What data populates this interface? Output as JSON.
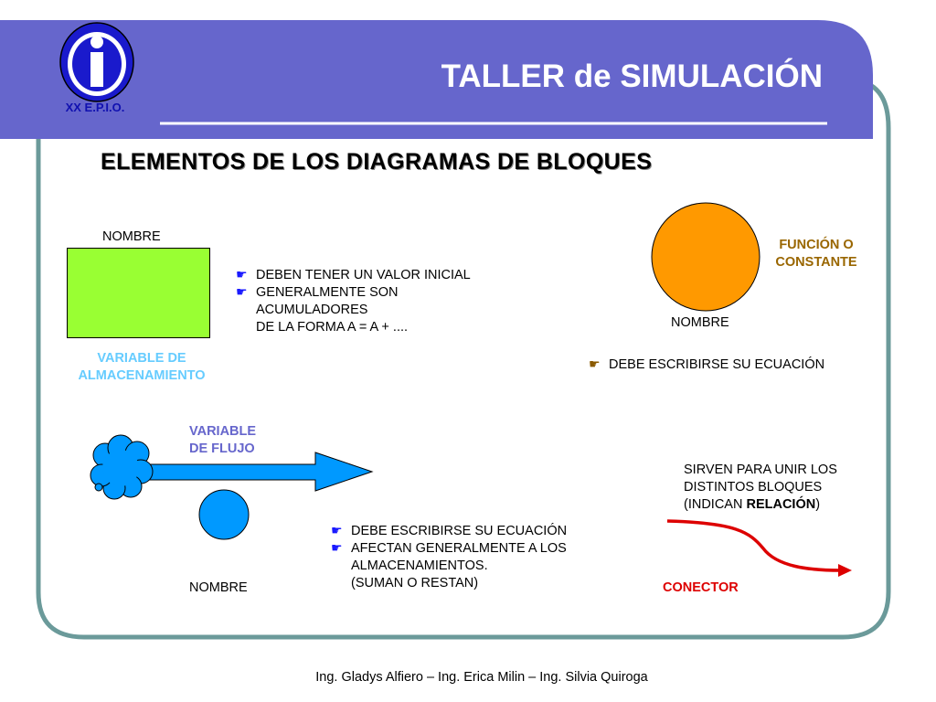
{
  "header": {
    "title": "TALLER de SIMULACIÓN",
    "logo_text": "XX E.P.I.O.",
    "logo_icon": "info-i-icon"
  },
  "subtitle": "ELEMENTOS DE LOS DIAGRAMAS DE BLOQUES",
  "storage": {
    "top_label": "NOMBRE",
    "caption_line1": "VARIABLE DE",
    "caption_line2": "ALMACENAMIENTO",
    "fill_color": "#99ff33",
    "caption_color": "#66ccff",
    "bullets": [
      "DEBEN TENER UN VALOR INICIAL",
      "GENERALMENTE SON"
    ],
    "continuation": [
      "ACUMULADORES",
      "DE LA FORMA  A = A + ...."
    ]
  },
  "function": {
    "label_line1": "FUNCIÓN O",
    "label_line2": "CONSTANTE",
    "bottom_label": "NOMBRE",
    "fill_color": "#ff9900",
    "label_color": "#996600",
    "bullet": "DEBE ESCRIBIRSE SU ECUACIÓN"
  },
  "flow": {
    "label_line1": "VARIABLE",
    "label_line2": "DE FLUJO",
    "bottom_label": "NOMBRE",
    "fill_color": "#0099ff",
    "label_color": "#6666cc",
    "bullets": [
      "DEBE ESCRIBIRSE SU ECUACIÓN",
      "AFECTAN GENERALMENTE A LOS"
    ],
    "continuation": [
      "ALMACENAMIENTOS.",
      "(SUMAN O RESTAN)"
    ]
  },
  "connector": {
    "desc_line1": "SIRVEN PARA UNIR LOS",
    "desc_line2": "DISTINTOS BLOQUES",
    "desc_line3_prefix": "(INDICAN ",
    "desc_line3_bold": "RELACIÓN",
    "desc_line3_suffix": ")",
    "label": "CONECTOR",
    "color": "#dd0000"
  },
  "footer": "Ing. Gladys Alfiero – Ing. Erica Milin – Ing. Silvia Quiroga",
  "colors": {
    "header_band": "#6666cc",
    "frame_border": "#6b9a9a"
  }
}
